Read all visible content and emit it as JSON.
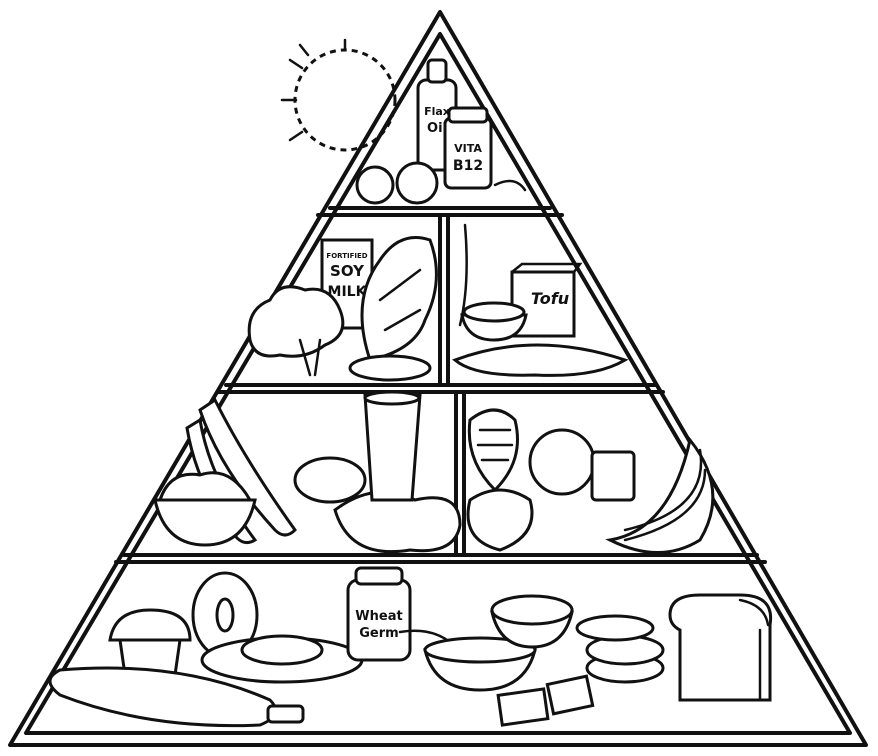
{
  "labels": {
    "oil_bottle": [
      "Flax",
      "Oil"
    ],
    "vitamin_jar": [
      "VITA",
      "B12"
    ],
    "soy_milk": [
      "FORTIFIED",
      "SOY",
      "MILK"
    ],
    "tofu": "Tofu",
    "wheat_germ": [
      "Wheat",
      "Germ"
    ]
  },
  "colors": {
    "line": "#111111",
    "background": "#ffffff"
  }
}
